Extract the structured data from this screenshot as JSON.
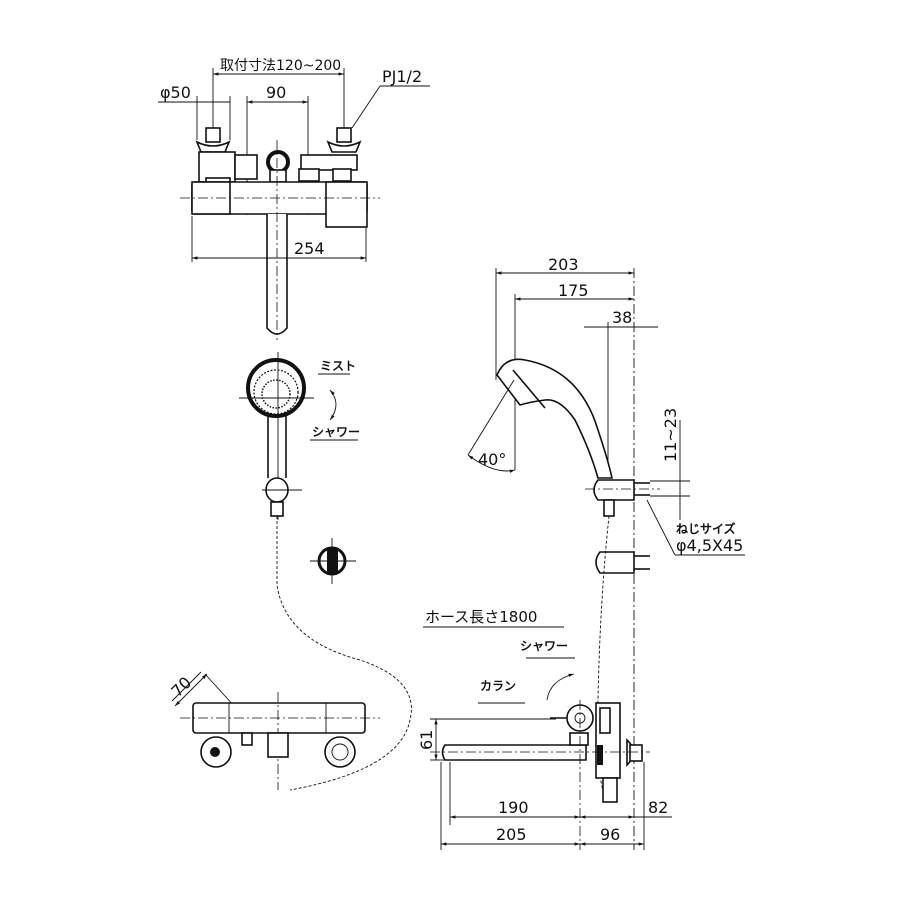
{
  "drawing": {
    "title": "Thermostatic shower mixer dimension drawing",
    "colors": {
      "line": "#111111",
      "background": "#ffffff"
    },
    "top_view": {
      "mount_spacing": "取付寸法120~200",
      "pipe_diameter": "φ50",
      "center_spacing": "90",
      "thread": "PJ1/2",
      "body_width": "254"
    },
    "shower_head_front": {
      "mode_mist": "ミスト",
      "mode_shower": "シャワー"
    },
    "shower_side_view": {
      "dim_203": "203",
      "dim_175": "175",
      "dim_38": "38",
      "angle": "40°",
      "bracket_range": "11~23",
      "screw_size_label": "ねじサイズ",
      "screw_size_value": "φ4,5X45"
    },
    "hose": {
      "length_label": "ホース長さ1800"
    },
    "bottom_view": {
      "depth": "70"
    },
    "side_view": {
      "lever_shower": "シャワー",
      "lever_faucet": "カラン",
      "spout_height": "61",
      "spout_190": "190",
      "spout_205": "205",
      "wall_82": "82",
      "wall_96": "96"
    }
  }
}
